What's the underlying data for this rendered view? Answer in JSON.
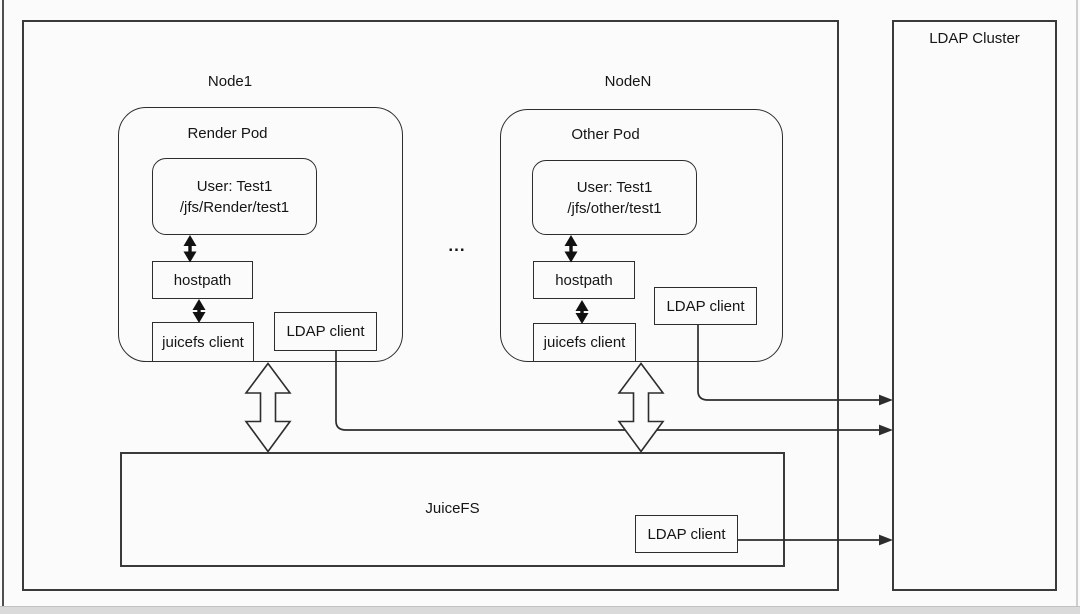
{
  "cluster": {
    "label": "LDAP Cluster"
  },
  "node1": {
    "label": "Node1",
    "pod_label": "Render Pod",
    "user_line1": "User: Test1",
    "user_line2": "/jfs/Render/test1",
    "hostpath_label": "hostpath",
    "juicefs_client_label": "juicefs client",
    "ldap_client_label": "LDAP client"
  },
  "nodeN": {
    "label": "NodeN",
    "pod_label": "Other Pod",
    "user_line1": "User: Test1",
    "user_line2": "/jfs/other/test1",
    "hostpath_label": "hostpath",
    "juicefs_client_label": "juicefs client",
    "ldap_client_label": "LDAP client"
  },
  "ellipsis": "...",
  "juicefs": {
    "label": "JuiceFS",
    "ldap_client_label": "LDAP client"
  },
  "colors": {
    "line": "#2d2d2d",
    "container_border": "#3a3a3a",
    "background": "#fbfbfb",
    "bottom_bar": "#dadada"
  }
}
